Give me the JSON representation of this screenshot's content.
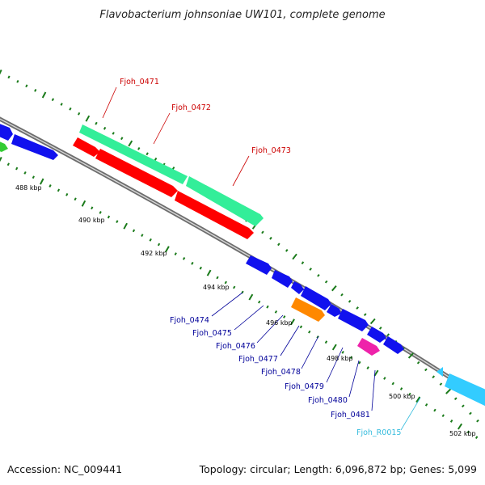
{
  "title": "Flavobacterium johnsoniae UW101, complete genome",
  "footer": {
    "accession": "Accession: NC_009441",
    "stats": "Topology: circular; Length: 6,096,872 bp; Genes: 5,099"
  },
  "colors": {
    "background": "#ffffff",
    "backbone": "#8a8a8a",
    "tick": "#1a7a1a",
    "red_label": "#cc0000",
    "blue_label": "#000099",
    "rna_label": "#33bbdd",
    "gene_teal": "#33ee99",
    "gene_red": "#ff0000",
    "gene_blue": "#1111ee",
    "gene_orange": "#ff8800",
    "gene_magenta": "#ee22aa",
    "gene_cyan": "#33ccff",
    "gene_green": "#33cc33"
  },
  "kbp_labels": [
    "488 kbp",
    "490 kbp",
    "492 kbp",
    "494 kbp",
    "496 kbp",
    "498 kbp",
    "500 kbp",
    "502 kbp"
  ],
  "gene_labels": [
    "Fjoh_0471",
    "Fjoh_0472",
    "Fjoh_0473",
    "Fjoh_0474",
    "Fjoh_0475",
    "Fjoh_0476",
    "Fjoh_0477",
    "Fjoh_0478",
    "Fjoh_0479",
    "Fjoh_0480",
    "Fjoh_0481",
    "Fjoh_R0015"
  ]
}
